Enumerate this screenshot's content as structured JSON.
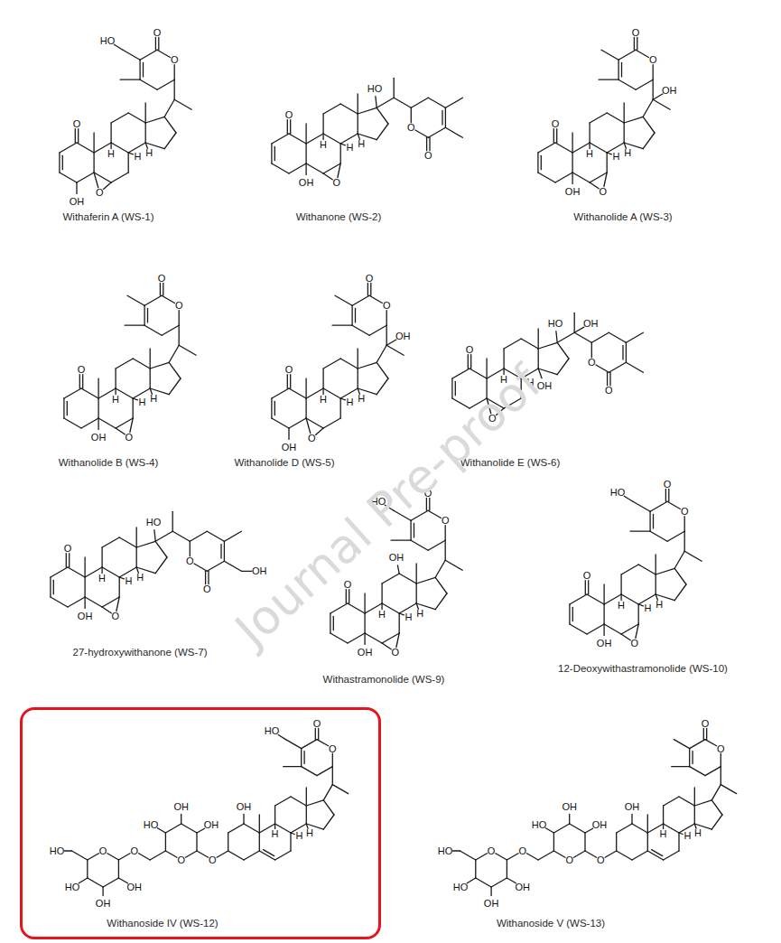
{
  "diagram": {
    "nodes": [
      {
        "text": [
          "Withanoside IV (WS-12)"
        ]
      }
    ],
    "labels": [
      "HO",
      "O",
      "O",
      "O",
      "OH",
      "O",
      "H",
      "H",
      "H",
      "Withaferin A (WS-1)",
      "O",
      "O",
      "HO",
      "O",
      "OH",
      "O",
      "H",
      "H",
      "H",
      "Withanone (WS-2)",
      "O",
      "O",
      "OH",
      "O",
      "OH",
      "O",
      "H",
      "H",
      "H",
      "Withanolide A (WS-3)",
      "O",
      "O",
      "O",
      "OH",
      "O",
      "H",
      "H",
      "H",
      "Withanolide B (WS-4)",
      "O",
      "O",
      "OH",
      "O",
      "OH",
      "O",
      "H",
      "H",
      "H",
      "Withanolide D (WS-5)",
      "O",
      "O",
      "OH",
      "HO",
      "O",
      "OH",
      "O",
      "H",
      "H",
      "Withanolide E (WS-6)",
      "OH",
      "O",
      "O",
      "HO",
      "O",
      "OH",
      "O",
      "H",
      "H",
      "H",
      "27-hydroxywithanone (WS-7)",
      "HO",
      "O",
      "O",
      "O",
      "OH",
      "OH",
      "O",
      "H",
      "H",
      "H",
      "Withastramonolide (WS-9)",
      "HO",
      "O",
      "O",
      "O",
      "OH",
      "O",
      "H",
      "H",
      "H",
      "12-Deoxywithastramonolide (WS-10)",
      "HO",
      "O",
      "O",
      "OH",
      "H",
      "H",
      "H",
      "O",
      "O",
      "OH",
      "OH",
      "HO",
      "O",
      "O",
      "HO",
      "HO",
      "OH",
      "OH",
      "O",
      "O",
      "OH",
      "H",
      "H",
      "H",
      "O",
      "O",
      "OH",
      "OH",
      "HO",
      "O",
      "O",
      "HO",
      "HO",
      "OH",
      "OH",
      "Withanoside V (WS-13)",
      "Journal Pre-proof"
    ]
  }
}
